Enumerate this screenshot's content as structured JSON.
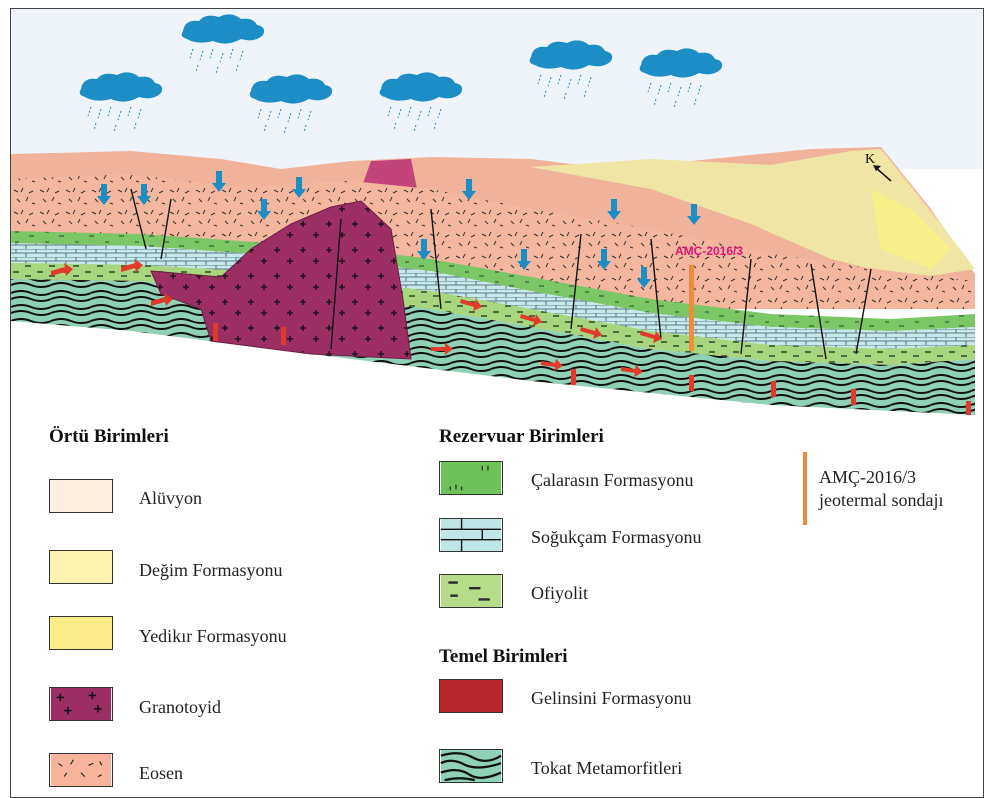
{
  "scene": {
    "borehole_label": "AMÇ-2016/3",
    "north_label": "K"
  },
  "legend": {
    "ortu": {
      "heading": "Örtü Birimleri",
      "items": [
        {
          "label": "Alüvyon",
          "color": "#fdeee2"
        },
        {
          "label": "Değim Formasyonu",
          "color": "#fdf2b0"
        },
        {
          "label": "Yedikır Formasyonu",
          "color": "#fbec8a"
        },
        {
          "label": "Granotoyid",
          "color": "#9b2f64"
        },
        {
          "label": "Eosen",
          "color": "#f7b49a"
        }
      ]
    },
    "rezervuar": {
      "heading": "Rezervuar Birimleri",
      "items": [
        {
          "label": "Çalarasın Formasyonu",
          "color": "#6fc15a"
        },
        {
          "label": "Soğukçam Formasyonu",
          "color": "#bfe6e6"
        },
        {
          "label": "Ofiyolit",
          "color": "#b6dc8a"
        }
      ]
    },
    "temel": {
      "heading": "Temel Birimleri",
      "items": [
        {
          "label": "Gelinsini Formasyonu",
          "color": "#b8272b"
        },
        {
          "label": "Tokat Metamorfitleri",
          "color": "#8fd1b4"
        }
      ]
    },
    "borehole": {
      "line1": "AMÇ-2016/3",
      "line2": "jeotermal sondajı",
      "color": "#f08a3c"
    }
  }
}
